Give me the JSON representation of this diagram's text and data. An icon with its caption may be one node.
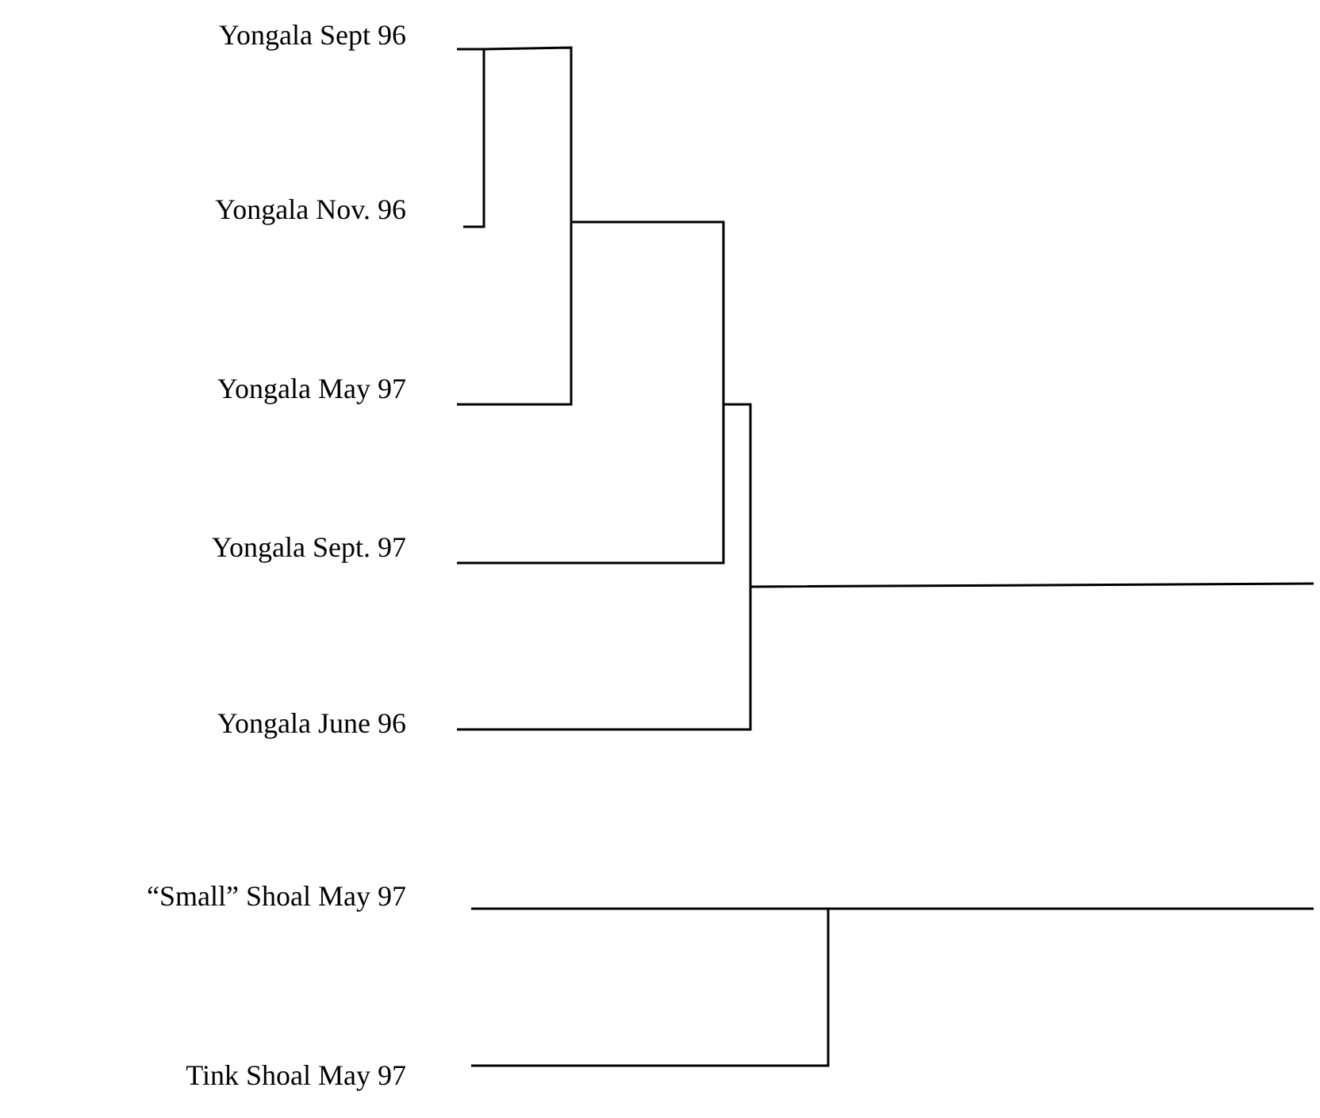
{
  "diagram": {
    "labels": [
      "Yongala Sept 96",
      "Yongala Nov. 96",
      "Yongala May 97",
      "Yongala Sept. 97",
      "Yongala June 96",
      "“Small” Shoal May 97",
      "Tink Shoal May 97"
    ]
  }
}
